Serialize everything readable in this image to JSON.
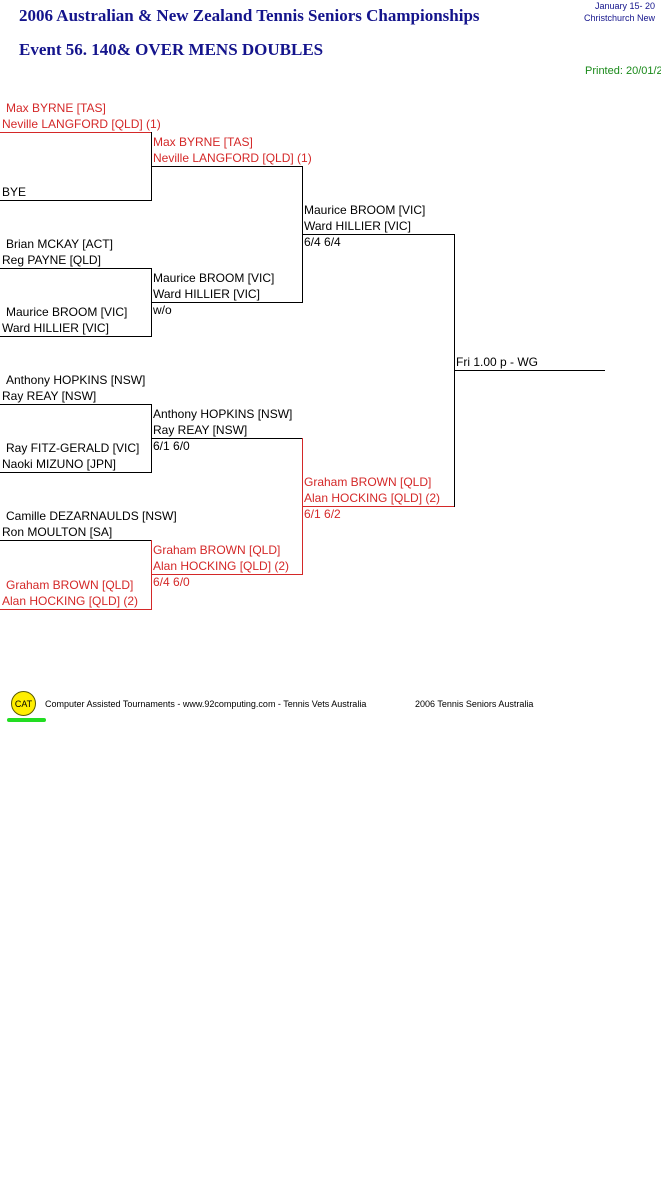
{
  "header": {
    "title": "2006 Australian & New Zealand Tennis Seniors Championships",
    "event": "Event 56. 140& OVER MENS DOUBLES",
    "dates": "January  15- 20",
    "location": "Christchurch   New",
    "printed": "Printed: 20/01/2"
  },
  "round1": [
    {
      "p1": "Max BYRNE [TAS]",
      "p2": "Neville LANGFORD [QLD] (1)"
    },
    {
      "p1": "BYE",
      "p2": ""
    },
    {
      "p1": "Brian MCKAY [ACT]",
      "p2": "Reg PAYNE [QLD]"
    },
    {
      "p1": "Maurice BROOM [VIC]",
      "p2": "Ward HILLIER [VIC]"
    },
    {
      "p1": "Anthony HOPKINS [NSW]",
      "p2": "Ray REAY [NSW]"
    },
    {
      "p1": "Ray FITZ-GERALD [VIC]",
      "p2": "Naoki MIZUNO [JPN]"
    },
    {
      "p1": "Camille DEZARNAULDS [NSW]",
      "p2": "Ron MOULTON [SA]"
    },
    {
      "p1": "Graham BROWN [QLD]",
      "p2": "Alan HOCKING [QLD] (2)"
    }
  ],
  "round2": [
    {
      "p1": "Max BYRNE [TAS]",
      "p2": "Neville LANGFORD [QLD] (1)",
      "score": ""
    },
    {
      "p1": "Maurice BROOM [VIC]",
      "p2": "Ward HILLIER [VIC]",
      "score": "w/o"
    },
    {
      "p1": "Anthony HOPKINS [NSW]",
      "p2": "Ray REAY [NSW]",
      "score": "6/1 6/0"
    },
    {
      "p1": "Graham BROWN [QLD]",
      "p2": "Alan HOCKING [QLD] (2)",
      "score": "6/4 6/0"
    }
  ],
  "semis": [
    {
      "p1": "Maurice BROOM [VIC]",
      "p2": "Ward HILLIER [VIC]",
      "score": "6/4 6/4"
    },
    {
      "p1": "Graham BROWN [QLD]",
      "p2": "Alan HOCKING [QLD] (2)",
      "score": "6/1 6/2"
    }
  ],
  "final": {
    "schedule": "Fri 1.00 p  - WG"
  },
  "footer": {
    "logo": "CAT",
    "software": "Computer Assisted Tournaments - www.92computing.com -  Tennis Vets Australia",
    "org": "2006 Tennis Seniors Australia"
  },
  "colors": {
    "title": "#14148c",
    "highlight": "#d42828",
    "printed": "#1a8a1a"
  }
}
